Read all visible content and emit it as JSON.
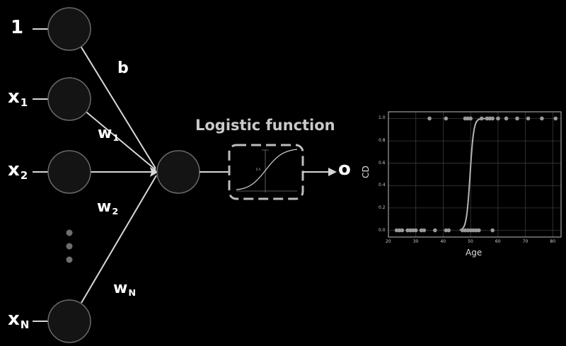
{
  "inputs": [
    {
      "main": "1",
      "sub": ""
    },
    {
      "main": "x",
      "sub": "1"
    },
    {
      "main": "x",
      "sub": "2"
    },
    {
      "main": "x",
      "sub": "N"
    }
  ],
  "weights": [
    {
      "main": "b",
      "sub": ""
    },
    {
      "main": "w",
      "sub": "1"
    },
    {
      "main": "w",
      "sub": "2"
    },
    {
      "main": "w",
      "sub": "N"
    }
  ],
  "logistic_title": "Logistic function",
  "logistic_mid_label": "0.5",
  "output_label": "o",
  "chart_data": {
    "type": "scatter",
    "title": "",
    "xlabel": "Age",
    "ylabel": "CD",
    "xlim": [
      20,
      83
    ],
    "ylim": [
      -0.06,
      1.06
    ],
    "xticks": [
      20,
      30,
      40,
      50,
      60,
      70,
      80
    ],
    "yticks": [
      0.0,
      0.2,
      0.4,
      0.6,
      0.8,
      1.0
    ],
    "xtick_labels": [
      "20",
      "30",
      "40",
      "50",
      "60",
      "70",
      "80"
    ],
    "ytick_labels": [
      "0.0",
      "0.2",
      "0.4",
      "0.6",
      "0.8",
      "1.0"
    ],
    "grid": true,
    "points": [
      {
        "x": 23,
        "y": 0
      },
      {
        "x": 24,
        "y": 0
      },
      {
        "x": 25,
        "y": 0
      },
      {
        "x": 27,
        "y": 0
      },
      {
        "x": 28,
        "y": 0
      },
      {
        "x": 29,
        "y": 0
      },
      {
        "x": 30,
        "y": 0
      },
      {
        "x": 32,
        "y": 0
      },
      {
        "x": 33,
        "y": 0
      },
      {
        "x": 37,
        "y": 0
      },
      {
        "x": 41,
        "y": 0
      },
      {
        "x": 42,
        "y": 0
      },
      {
        "x": 47,
        "y": 0
      },
      {
        "x": 48,
        "y": 0
      },
      {
        "x": 49,
        "y": 0
      },
      {
        "x": 50,
        "y": 0
      },
      {
        "x": 51,
        "y": 0
      },
      {
        "x": 52,
        "y": 0
      },
      {
        "x": 53,
        "y": 0
      },
      {
        "x": 58,
        "y": 0
      },
      {
        "x": 35,
        "y": 1
      },
      {
        "x": 41,
        "y": 1
      },
      {
        "x": 48,
        "y": 1
      },
      {
        "x": 49,
        "y": 1
      },
      {
        "x": 50,
        "y": 1
      },
      {
        "x": 54,
        "y": 1
      },
      {
        "x": 56,
        "y": 1
      },
      {
        "x": 57,
        "y": 1
      },
      {
        "x": 58,
        "y": 1
      },
      {
        "x": 60,
        "y": 1
      },
      {
        "x": 63,
        "y": 1
      },
      {
        "x": 67,
        "y": 1
      },
      {
        "x": 71,
        "y": 1
      },
      {
        "x": 76,
        "y": 1
      },
      {
        "x": 81,
        "y": 1
      }
    ],
    "curve": {
      "type": "logistic",
      "midpoint": 49.8,
      "steepness": 1.5,
      "x_range": [
        46,
        56
      ]
    }
  },
  "colors": {
    "background": "#000000",
    "neuron_fill": "#141414",
    "neuron_stroke": "#6a6a6a",
    "line": "#d8d8d8",
    "chart_frame": "#bbbbbb",
    "chart_grid": "#3a3a3a",
    "chart_point": "#9a9a9a",
    "chart_curve": "#b5b5b5"
  }
}
